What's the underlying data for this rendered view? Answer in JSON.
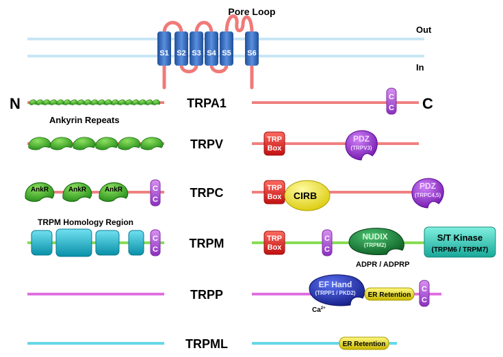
{
  "membrane": {
    "pore_loop": "Pore Loop",
    "out": "Out",
    "in": "In",
    "segments": [
      "S1",
      "S2",
      "S3",
      "S4",
      "S5",
      "S6"
    ]
  },
  "families": {
    "trpa1": "TRPA1",
    "trpv": "TRPV",
    "trpc": "TRPC",
    "trpm": "TRPM",
    "trpp": "TRPP",
    "trpml": "TRPML"
  },
  "termini": {
    "n": "N",
    "c": "C"
  },
  "labels": {
    "ankyrin_repeats": "Ankyrin Repeats",
    "ankr": "AnkR",
    "trpm_homology": "TRPM Homology Region",
    "cc": "C",
    "trp_box_1": "TRP",
    "trp_box_2": "Box",
    "pdz": "PDZ",
    "pdz_trpv3": "(TRPV3)",
    "pdz_trpc": "(TRPC4,5)",
    "cirb": "CIRB",
    "nudix": "NUDIX",
    "nudix_sub": "(TRPM2)",
    "adpr": "ADPR / ADPRP",
    "st_kinase": "S/T Kinase",
    "st_kinase_sub": "(TRPM6 / TRPM7)",
    "ef_hand": "EF Hand",
    "ef_hand_sub": "(TRPP1 / PKD2)",
    "ca": "Ca",
    "ca_sup": "2+",
    "er_retention": "ER Retention"
  },
  "colors": {
    "membrane": "#c8e6f5",
    "trpa1_line": "#f08080",
    "trpv_line": "#f08080",
    "trpc_line": "#f08080",
    "trpm_line": "#88dd55",
    "trpp_line": "#e070e0",
    "trpml_line": "#66d8e8",
    "ankyrin": "#3fae2a",
    "trp_box": "#e8282a",
    "cc": "#b050d8",
    "pdz": "#9a30d0",
    "cirb": "#f0e020",
    "nudix": "#1a8a3a",
    "kinase": "#30d0c0",
    "ef_hand": "#2030b8",
    "er": "#e8e030",
    "homology": "#20b8d0",
    "segment": "#3a70c0"
  }
}
